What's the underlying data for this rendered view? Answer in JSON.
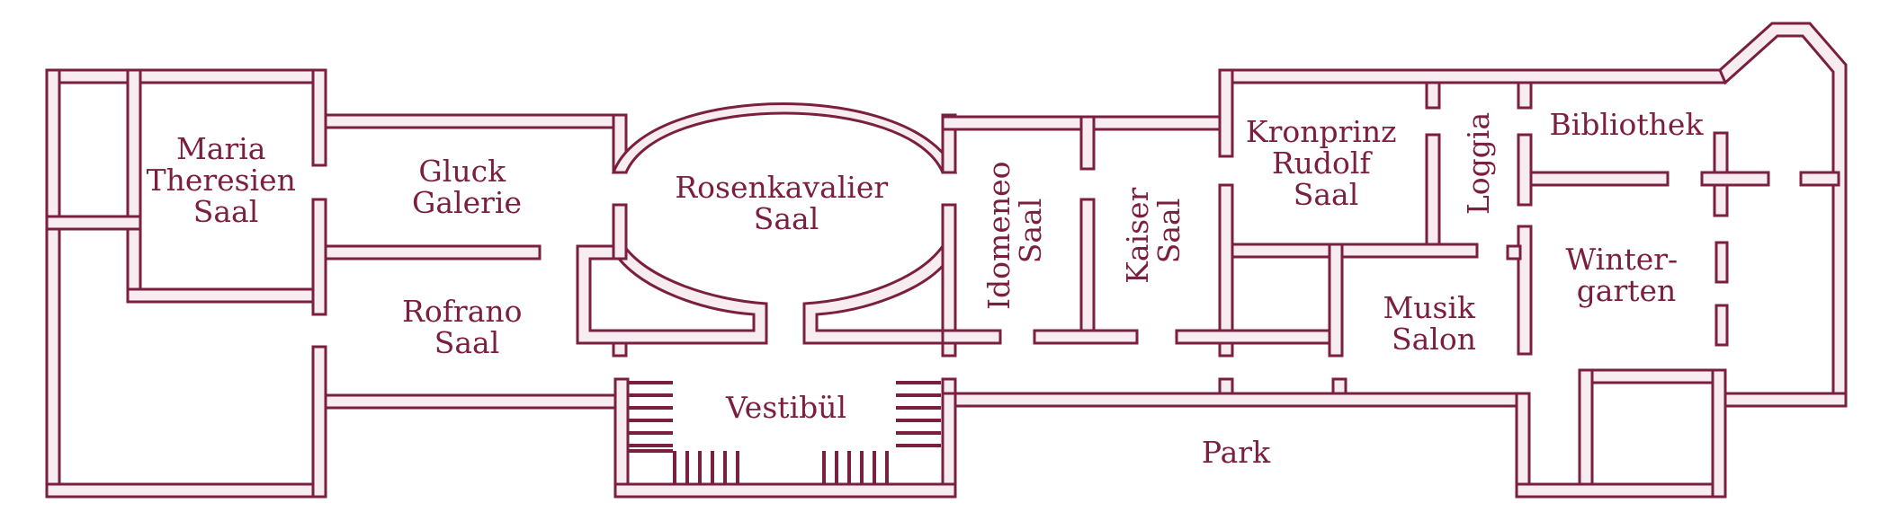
{
  "title": "Floor plan",
  "colors": {
    "wall_stroke": "#7a1f3f",
    "wall_fill": "#f7edf0",
    "label": "#7a1f3f",
    "stairs": "#7a1f3f"
  },
  "rooms": {
    "maria_theresien": [
      "Maria",
      "Theresien",
      "Saal"
    ],
    "gluck_galerie": [
      "Gluck",
      "Galerie"
    ],
    "rosenkavalier": [
      "Rosenkavalier",
      "Saal"
    ],
    "idomeneo": [
      "Idomeneo",
      "Saal"
    ],
    "kaiser": [
      "Kaiser",
      "Saal"
    ],
    "kronprinz_rudolf": [
      "Kronprinz",
      "Rudolf",
      "Saal"
    ],
    "loggia": "Loggia",
    "bibliothek": "Bibliothek",
    "wintergarten": [
      "Winter-",
      "garten"
    ],
    "rofrano": [
      "Rofrano",
      "Saal"
    ],
    "musik_salon": [
      "Musik",
      "Salon"
    ],
    "vestibuel": "Vestibül",
    "park": "Park"
  }
}
